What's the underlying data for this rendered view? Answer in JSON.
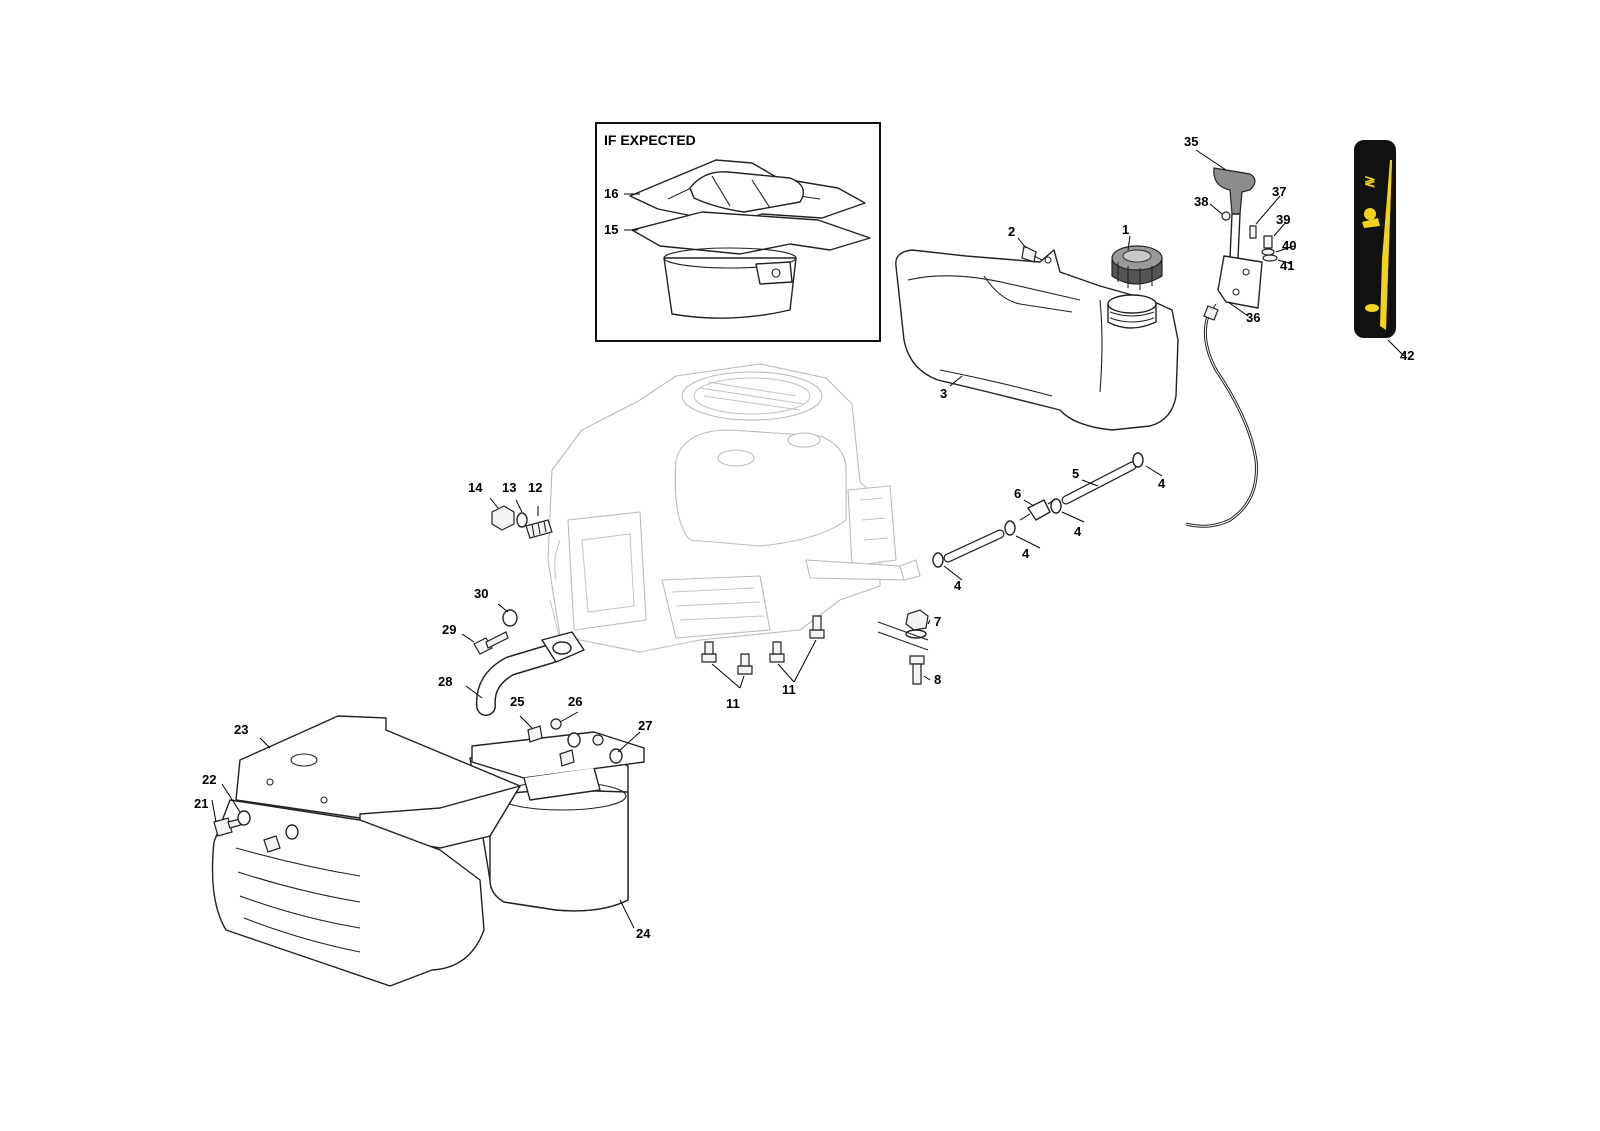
{
  "inset": {
    "title": "IF EXPECTED"
  },
  "callouts": {
    "c1": "1",
    "c2": "2",
    "c3": "3",
    "c4a": "4",
    "c4b": "4",
    "c4c": "4",
    "c4d": "4",
    "c5": "5",
    "c6": "6",
    "c7": "7",
    "c8": "8",
    "c11a": "11",
    "c11b": "11",
    "c12": "12",
    "c13": "13",
    "c14": "14",
    "c15": "15",
    "c16": "16",
    "c21": "21",
    "c22": "22",
    "c23": "23",
    "c24": "24",
    "c25": "25",
    "c26": "26",
    "c27": "27",
    "c28": "28",
    "c29": "29",
    "c30": "30",
    "c35": "35",
    "c36": "36",
    "c37": "37",
    "c38": "38",
    "c39": "39",
    "c40": "40",
    "c41": "41",
    "c42": "42"
  },
  "colors": {
    "decal_accent": "#f2d21b",
    "decal_body": "#111111",
    "line": "#222222"
  }
}
